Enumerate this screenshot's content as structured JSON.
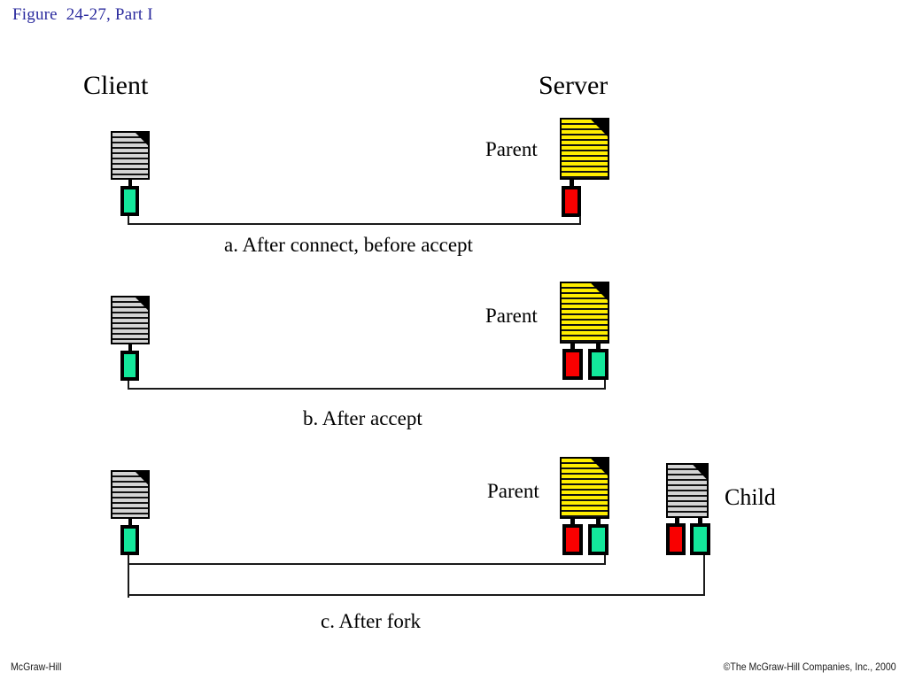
{
  "figure": {
    "title": "Figure  24-27, Part I",
    "title_color": "#2b2b9e"
  },
  "headings": {
    "client": "Client",
    "server": "Server"
  },
  "labels": {
    "parent": "Parent",
    "child": "Child"
  },
  "colors": {
    "socket_connected": "#13e89b",
    "socket_listening": "#f90000",
    "process_server": "#ffee00",
    "process_client": "#d4d4d4",
    "outline": "#000000",
    "wire": "#1a1a1a"
  },
  "panels": [
    {
      "id": "a",
      "caption": "a. After connect, before accept",
      "client": {
        "process": "client",
        "sockets": [
          "connected"
        ]
      },
      "server": {
        "process": "parent",
        "label": "Parent",
        "sockets": [
          "listening"
        ]
      },
      "connections": 1
    },
    {
      "id": "b",
      "caption": "b. After accept",
      "client": {
        "process": "client",
        "sockets": [
          "connected"
        ]
      },
      "server": {
        "process": "parent",
        "label": "Parent",
        "sockets": [
          "listening",
          "connected"
        ]
      },
      "connections": 1
    },
    {
      "id": "c",
      "caption": "c. After fork",
      "client": {
        "process": "client",
        "sockets": [
          "connected"
        ]
      },
      "server": {
        "process": "parent",
        "label": "Parent",
        "sockets": [
          "listening",
          "connected"
        ]
      },
      "child": {
        "process": "child",
        "label": "Child",
        "sockets": [
          "listening",
          "connected"
        ]
      },
      "connections": 2
    }
  ],
  "footer": {
    "left": "McGraw-Hill",
    "right": "©The McGraw-Hill Companies, Inc., 2000"
  }
}
